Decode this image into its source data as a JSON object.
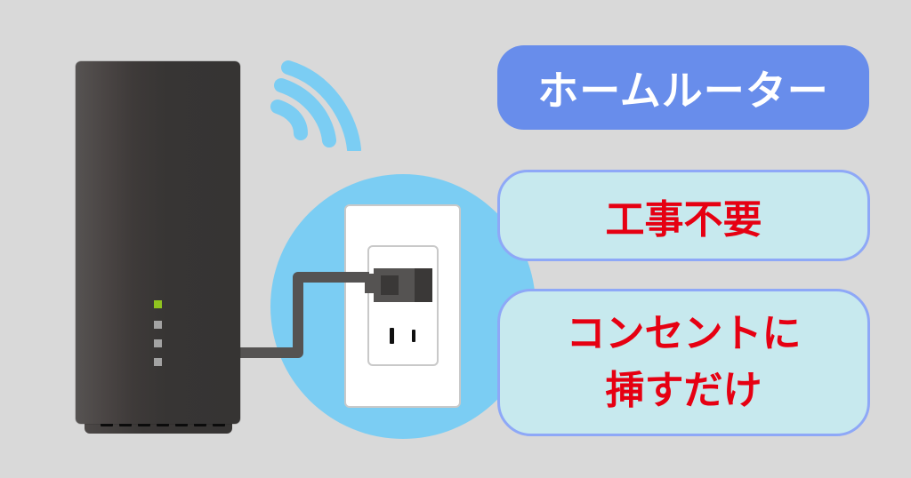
{
  "illustration": {
    "device": "home-router",
    "router_leds": [
      {
        "state": "on",
        "color": "#8fc31f"
      },
      {
        "state": "off",
        "color": "#a3a3a3"
      },
      {
        "state": "off",
        "color": "#a3a3a3"
      },
      {
        "state": "off",
        "color": "#a3a3a3"
      }
    ],
    "vent_count": 7,
    "icons": [
      "wifi-signal-icon",
      "power-outlet-icon",
      "power-plug-icon"
    ]
  },
  "labels": {
    "title": "ホームルーター",
    "feature_1": "工事不要",
    "feature_2_line_1": "コンセントに",
    "feature_2_line_2": "挿すだけ"
  },
  "colors": {
    "background": "#d9d9d9",
    "title_pill": "#688deb",
    "title_text": "#ffffff",
    "feature_pill": "#c7e9ee",
    "feature_border": "#8ea8f7",
    "feature_text": "#e60012",
    "circle": "#7bcdf3",
    "wifi": "#7bcdf3",
    "router": "#373534"
  }
}
